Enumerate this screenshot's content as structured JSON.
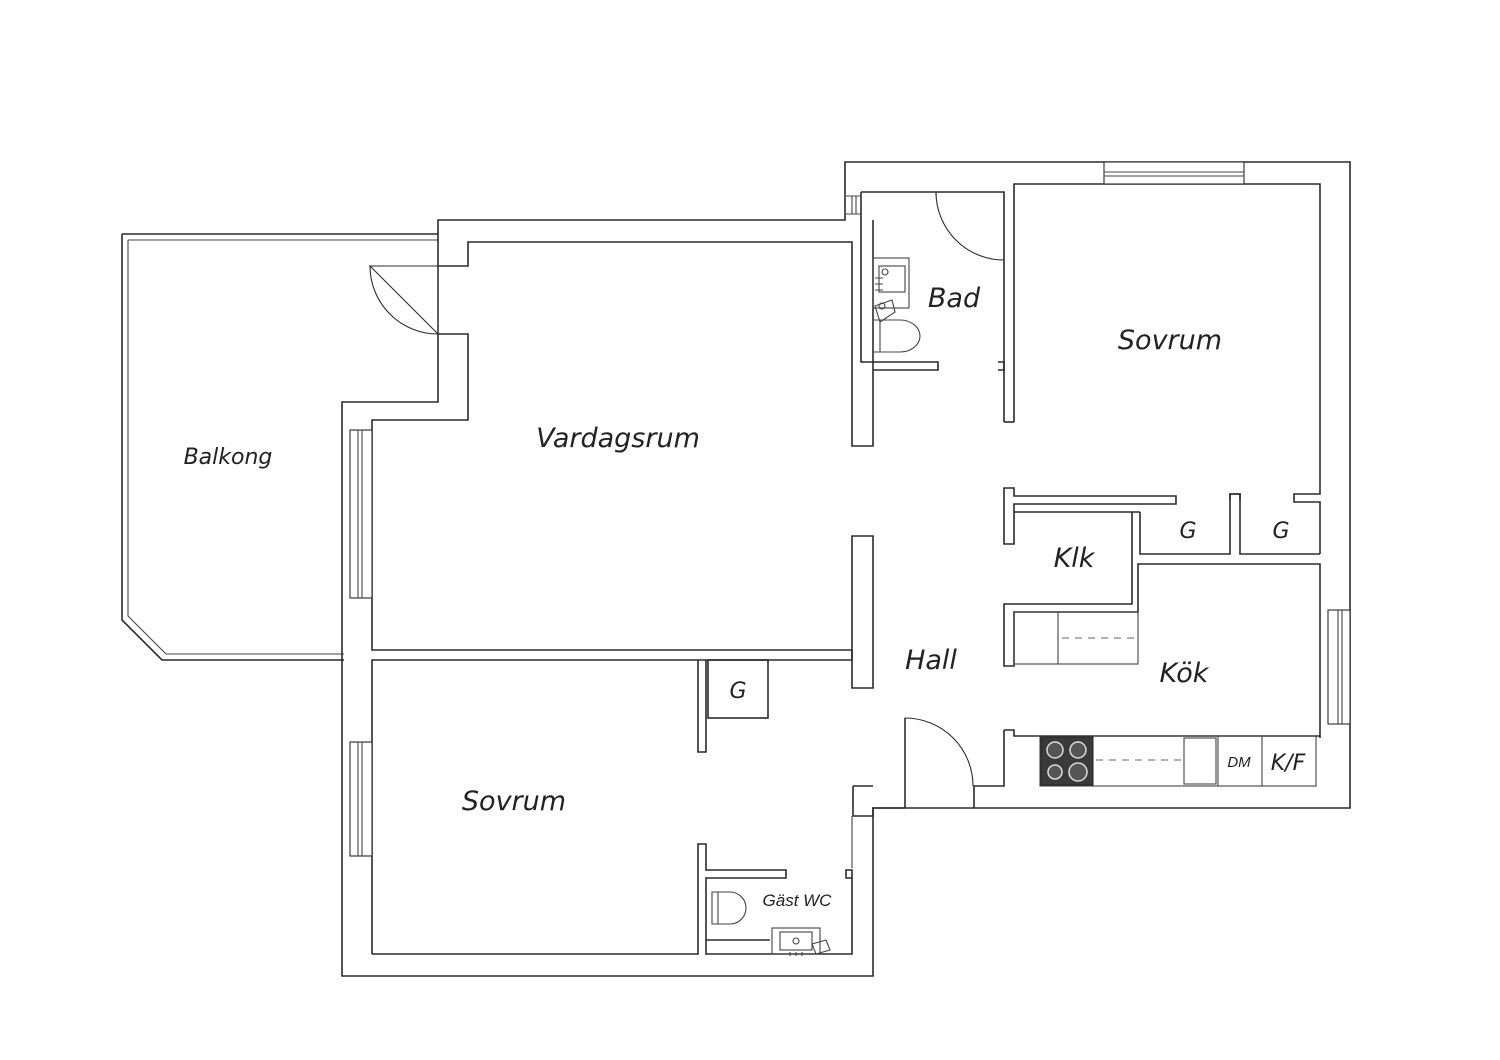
{
  "rooms": {
    "balkong": "Balkong",
    "vardagsrum": "Vardagsrum",
    "bad": "Bad",
    "sovrum_1": "Sovrum",
    "sovrum_2": "Sovrum",
    "hall": "Hall",
    "klk": "Klk",
    "kok": "Kök",
    "gast_wc": "Gäst WC"
  },
  "storage": {
    "g1": "G",
    "g2": "G",
    "g3": "G"
  },
  "appliances": {
    "dm": "DM",
    "kf": "K/F"
  }
}
